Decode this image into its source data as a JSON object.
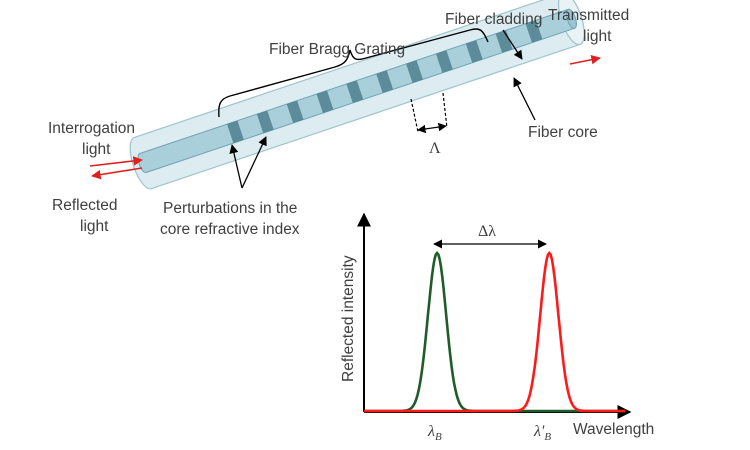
{
  "labels": {
    "fiber_cladding": "Fiber cladding",
    "transmitted_light_line1": "Transmitted",
    "transmitted_light_line2": "light",
    "fiber_bragg_grating": "Fiber Bragg Grating",
    "interrogation_light_line1": "Interrogation",
    "interrogation_light_line2": "light",
    "fiber_core": "Fiber core",
    "grating_period": "Λ",
    "reflected_light_line1": "Reflected",
    "reflected_light_line2": "light",
    "perturbations_line1": "Perturbations in the",
    "perturbations_line2": "core refractive index"
  },
  "chart": {
    "ylabel": "Reflected intensity",
    "xlabel": "Wavelength",
    "shift_label": "Δλ",
    "peak1_label": "λ",
    "peak1_sub": "B",
    "peak2_label": "λ'",
    "peak2_sub": "B"
  },
  "colors": {
    "cladding_fill": "#dcecf1",
    "cladding_stroke": "#9fc4cf",
    "core_fill": "#a9cfdb",
    "core_stroke": "#6fa3b5",
    "perturbation": "#4f7f8e",
    "arrow_red": "#e02020",
    "peak1_curve": "#1f5c2a",
    "peak2_curve": "#ff1a1a",
    "axis": "#000000",
    "label": "#404040"
  },
  "chart_data": {
    "type": "line",
    "ylabel": "Reflected intensity",
    "xlabel": "Wavelength",
    "series": [
      {
        "color": "#1f5c2a",
        "center": 0.28,
        "width": 0.07,
        "height": 1.0
      },
      {
        "color": "#ff1a1a",
        "center": 0.71,
        "width": 0.07,
        "height": 1.0
      }
    ]
  }
}
